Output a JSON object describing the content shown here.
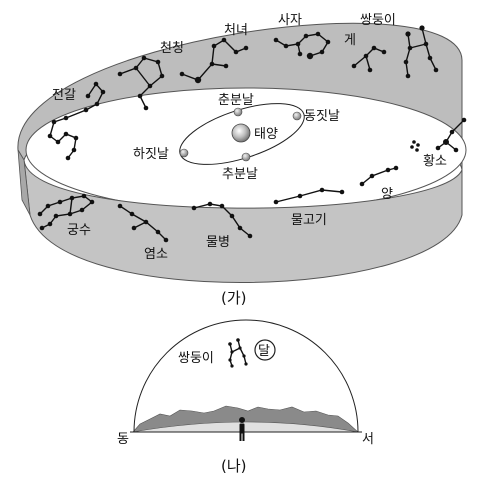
{
  "panel_a": {
    "caption": "(가)",
    "sun_label": "태양",
    "earth_positions": {
      "spring_equinox": "춘분날",
      "summer_solstice": "하짓날",
      "autumn_equinox": "추분날",
      "winter_solstice": "동짓날"
    },
    "constellations": {
      "aries": "양",
      "taurus": "황소",
      "gemini": "쌍둥이",
      "cancer": "게",
      "leo": "사자",
      "virgo": "처녀",
      "libra": "천칭",
      "scorpius": "전갈",
      "sagittarius": "궁수",
      "capricornus": "염소",
      "aquarius": "물병",
      "pisces": "물고기"
    }
  },
  "panel_b": {
    "caption": "(나)",
    "constellation_label": "쌍둥이",
    "moon_label": "달",
    "east_label": "동",
    "west_label": "서"
  }
}
